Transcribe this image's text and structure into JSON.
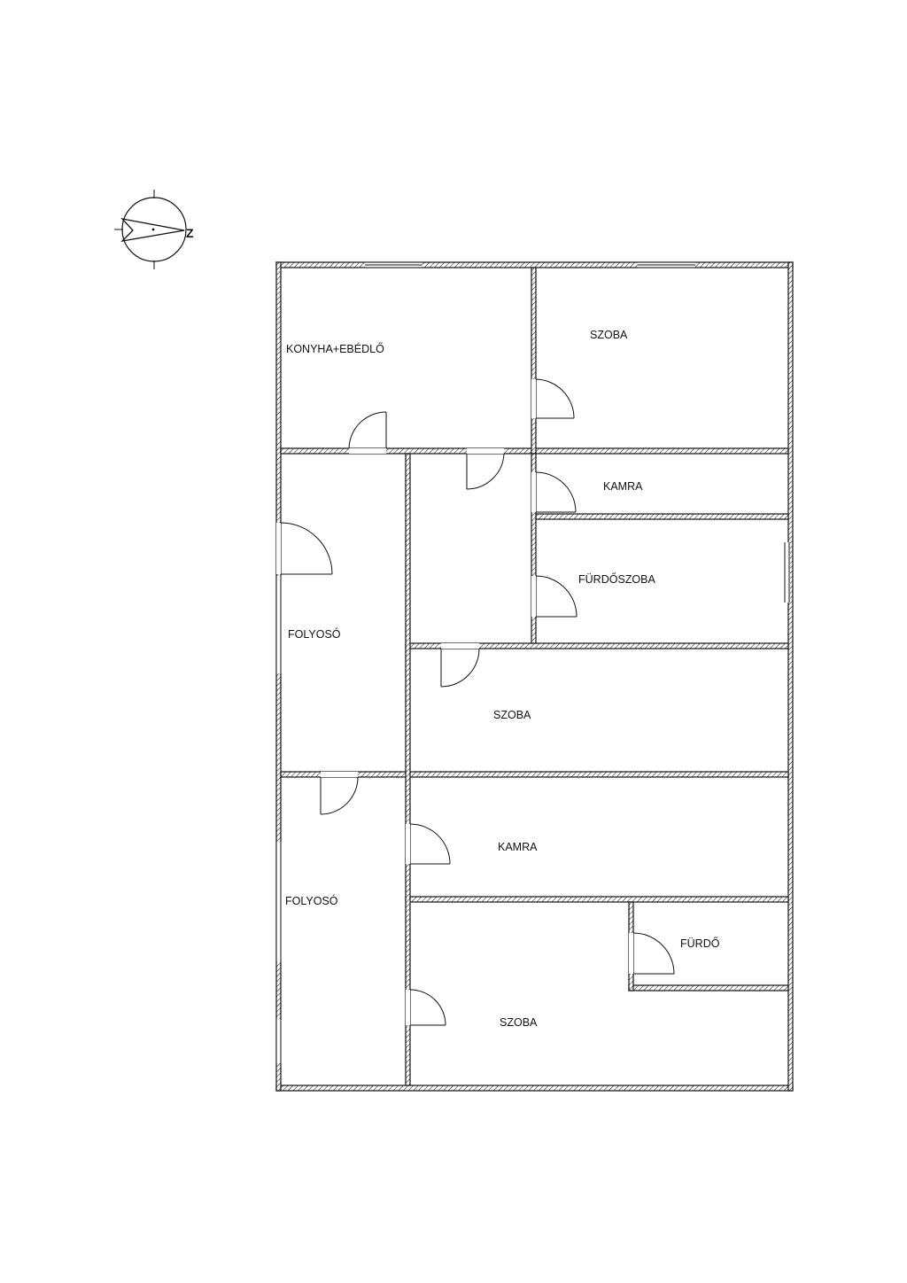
{
  "compass": {
    "north_letter": "Z",
    "icon": "compass-rose-icon"
  },
  "rooms": {
    "kitchen_dining": "KONYHA+EBÉDLŐ",
    "room_top_right": "SZOBA",
    "pantry_top": "KAMRA",
    "bathroom": "FÜRDŐSZOBA",
    "corridor_upper": "FOLYOSÓ",
    "room_middle": "SZOBA",
    "corridor_lower": "FOLYOSÓ",
    "pantry_lower": "KAMRA",
    "bath_small": "FÜRDŐ",
    "room_bottom": "SZOBA"
  }
}
